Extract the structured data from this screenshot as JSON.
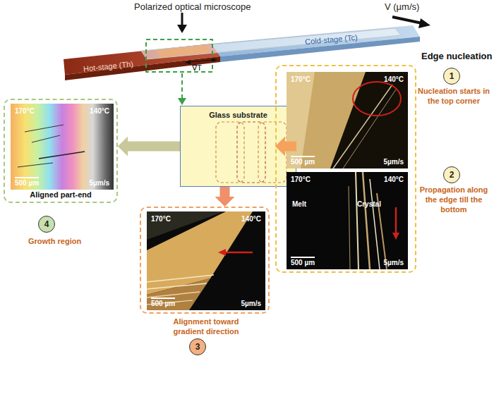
{
  "diagram": {
    "nodes": [
      {
        "text": [
          "Glass substrate"
        ]
      },
      {
        "text": [
          "Edge nucleation"
        ]
      },
      {
        "text": [
          "170°C",
          "140°C",
          "500 µm",
          "5µm/s"
        ],
        "in": 1
      },
      {
        "text": [
          "1",
          "Nucleation starts in the top corner"
        ]
      },
      {
        "text": [
          "170°C",
          "140°C",
          "Melt",
          "Crystal",
          "500 µm",
          "5µm/s"
        ],
        "in": 1
      },
      {
        "text": [
          "2",
          "Propagation along the edge till the bottom"
        ]
      },
      {
        "text": [
          "Alignment toward gradient direction"
        ]
      },
      {
        "text": [
          "170°C",
          "140°C",
          "500 µm",
          "5µm/s"
        ],
        "in": 6
      },
      {
        "text": [
          "3"
        ]
      },
      {
        "text": [
          "Aligned part-end"
        ]
      },
      {
        "text": [
          "170°C",
          "140°C",
          "500 µm",
          "5µm/s"
        ],
        "in": 9
      },
      {
        "text": [
          "4",
          "Growth region"
        ]
      }
    ],
    "edges": [
      {
        "from": 0,
        "to": 1,
        "arrow": "to"
      },
      {
        "from": 0,
        "to": 6,
        "arrow": "to"
      },
      {
        "from": 0,
        "to": 9,
        "arrow": "to"
      }
    ],
    "labels": [
      "Polarized optical microscope",
      "V (µm/s)",
      "Hot-stage (Th)",
      "Cold-stage (Tc)",
      "∇T"
    ]
  }
}
